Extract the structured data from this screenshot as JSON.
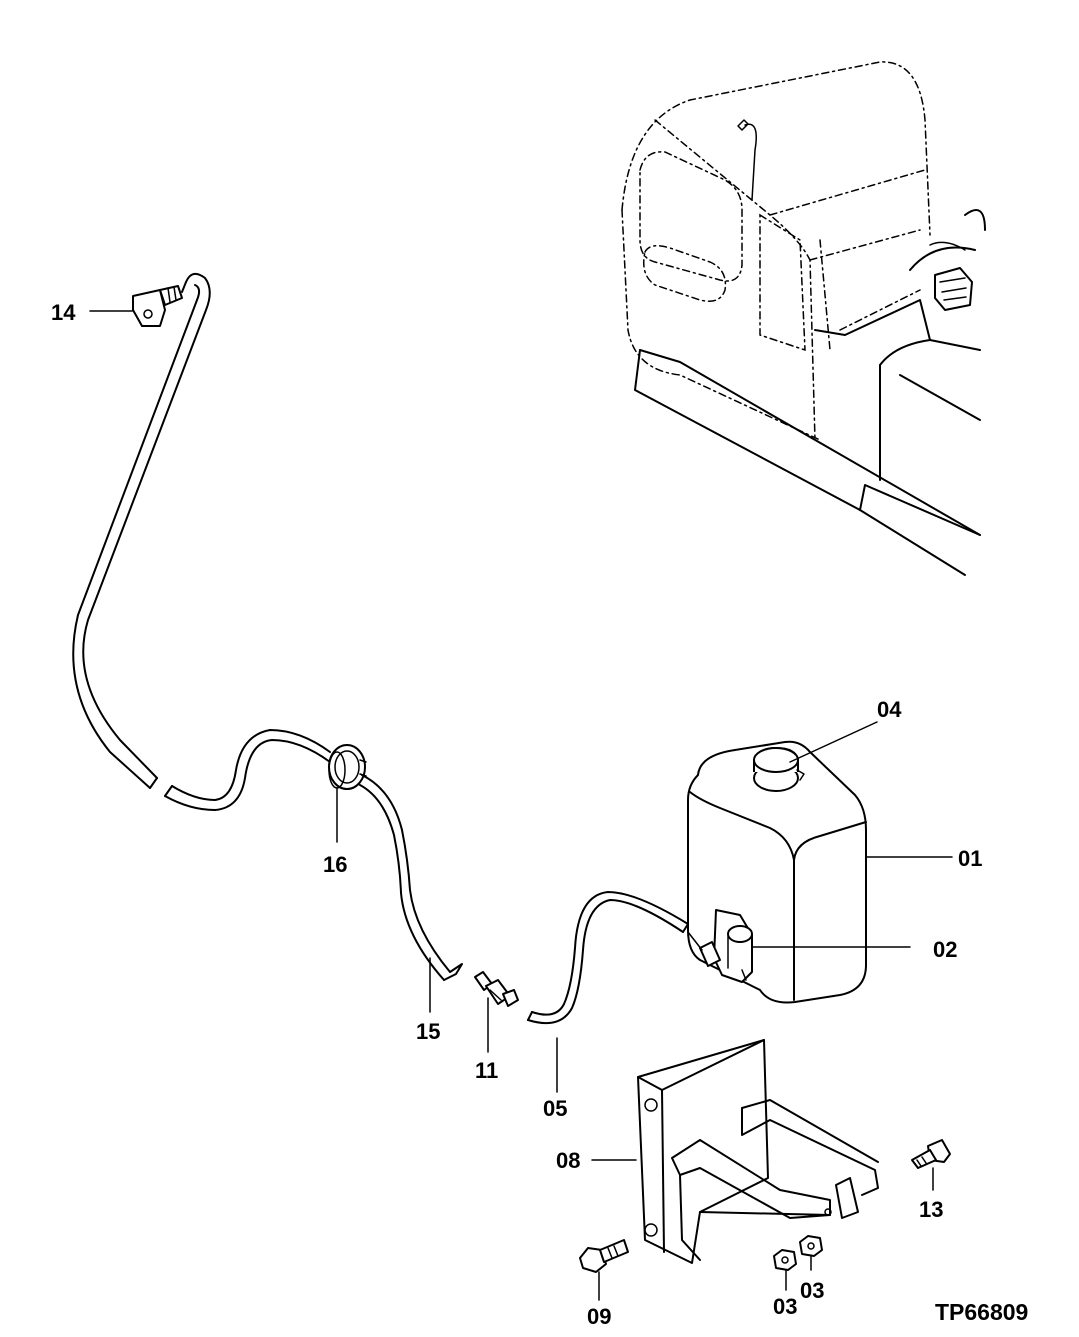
{
  "drawing_code": "TP66809",
  "callouts": [
    {
      "id": "c01",
      "label": "01"
    },
    {
      "id": "c02",
      "label": "02"
    },
    {
      "id": "c03a",
      "label": "03"
    },
    {
      "id": "c03b",
      "label": "03"
    },
    {
      "id": "c04",
      "label": "04"
    },
    {
      "id": "c05",
      "label": "05"
    },
    {
      "id": "c08",
      "label": "08"
    },
    {
      "id": "c09",
      "label": "09"
    },
    {
      "id": "c11",
      "label": "11"
    },
    {
      "id": "c13",
      "label": "13"
    },
    {
      "id": "c14",
      "label": "14"
    },
    {
      "id": "c15",
      "label": "15"
    },
    {
      "id": "c16",
      "label": "16"
    }
  ]
}
